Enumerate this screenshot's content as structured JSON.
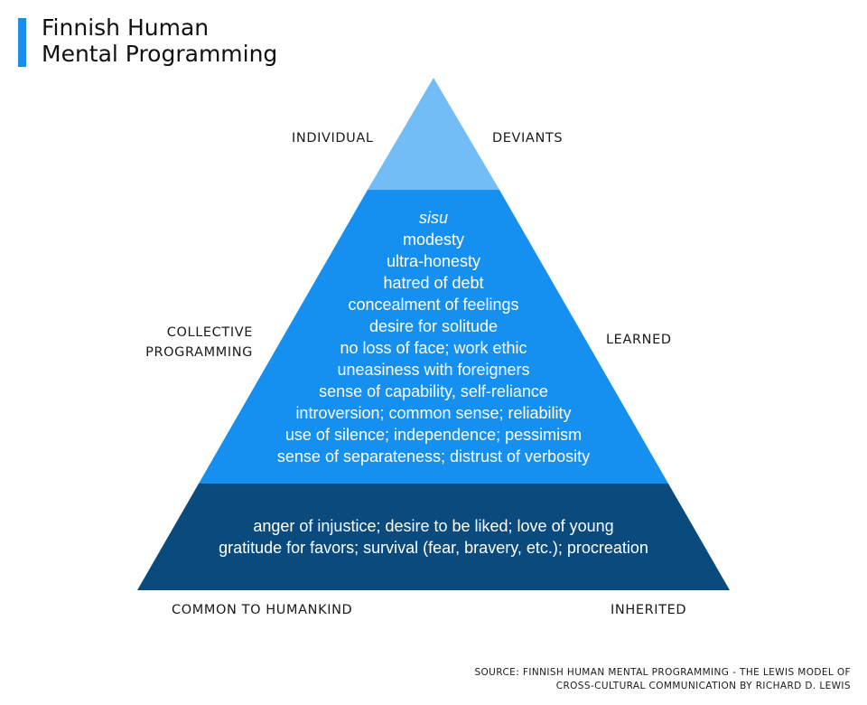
{
  "title": {
    "line1": "Finnish Human",
    "line2": "Mental Programming"
  },
  "colors": {
    "accent": "#1a8fe8",
    "top_tier": "#72bdf6",
    "middle_tier": "#1690f0",
    "bottom_tier": "#0a4a7d",
    "text_on_tier": "#ffffff"
  },
  "labels": {
    "individual": "INDIVIDUAL",
    "deviants": "DEVIANTS",
    "collective_line1": "COLLECTIVE",
    "collective_line2": "PROGRAMMING",
    "learned": "LEARNED",
    "common_to_humankind": "COMMON TO HUMANKIND",
    "inherited": "INHERITED"
  },
  "middle_tier": {
    "items": [
      "sisu",
      "modesty",
      "ultra-honesty",
      "hatred of debt",
      "concealment of feelings",
      "desire for solitude",
      "no loss of face; work ethic",
      "uneasiness with foreigners",
      "sense of capability, self-reliance",
      "introversion; common sense; reliability",
      "use of silence; independence; pessimism",
      "sense of separateness; distrust of verbosity"
    ]
  },
  "bottom_tier": {
    "items": [
      "anger of injustice; desire to be liked; love of young",
      "gratitude for favors; survival (fear, bravery, etc.); procreation"
    ]
  },
  "source": {
    "line1": "SOURCE: FINNISH HUMAN MENTAL PROGRAMMING - THE LEWIS MODEL OF",
    "line2": "CROSS-CULTURAL COMMUNICATION BY RICHARD D. LEWIS"
  }
}
